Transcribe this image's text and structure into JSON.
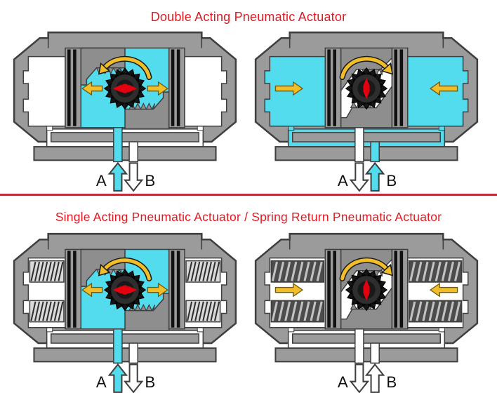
{
  "page": {
    "background": "#ffffff"
  },
  "colors": {
    "title_red": "#E11B22",
    "divider_red": "#C02B3B",
    "air_cyan": "#53DCEE",
    "arrow_yellow": "#F1BE2A",
    "arrow_outline": "#6E5A10",
    "body_gray": "#9B9B9B",
    "chamber_gray": "#8E8E8E",
    "outline_dark": "#3F3F3F",
    "gear_black": "#141414",
    "gear_disc": "#2E2E2E",
    "gear_hub": "#191919",
    "indicator_red": "#E3000F",
    "label_black": "#111111",
    "cavity_white": "#FFFFFF"
  },
  "sections": [
    {
      "title": "Double Acting Pneumatic Actuator",
      "diagrams": [
        {
          "name": "double-acting-port-a-pressurized",
          "type": "double-acting",
          "springs": false,
          "state": "A",
          "pistons": "outward",
          "rotation": "ccw",
          "pinion_indicator": "horizontal",
          "port_a": {
            "label": "A",
            "direction": "up",
            "flow": "supply"
          },
          "port_b": {
            "label": "B",
            "direction": "down",
            "flow": "exhaust"
          }
        },
        {
          "name": "double-acting-port-b-pressurized",
          "type": "double-acting",
          "springs": false,
          "state": "B",
          "pistons": "inward",
          "rotation": "cw",
          "pinion_indicator": "vertical",
          "port_a": {
            "label": "A",
            "direction": "down",
            "flow": "exhaust"
          },
          "port_b": {
            "label": "B",
            "direction": "up",
            "flow": "supply"
          }
        }
      ]
    },
    {
      "title": "Single Acting Pneumatic Actuator / Spring Return Pneumatic Actuator",
      "diagrams": [
        {
          "name": "single-acting-port-a-pressurized",
          "type": "single-acting-spring-return",
          "springs": true,
          "state": "A",
          "pistons": "outward",
          "rotation": "ccw",
          "pinion_indicator": "horizontal",
          "port_a": {
            "label": "A",
            "direction": "up",
            "flow": "supply"
          },
          "port_b": {
            "label": "B",
            "direction": "down",
            "flow": "exhaust"
          }
        },
        {
          "name": "single-acting-spring-return-stroke",
          "type": "single-acting-spring-return",
          "springs": true,
          "state": "S",
          "pistons": "inward",
          "rotation": "cw",
          "pinion_indicator": "vertical",
          "port_a": {
            "label": "A",
            "direction": "down",
            "flow": "exhaust"
          },
          "port_b": {
            "label": "B",
            "direction": "up",
            "flow": "exhaust"
          }
        }
      ]
    }
  ]
}
